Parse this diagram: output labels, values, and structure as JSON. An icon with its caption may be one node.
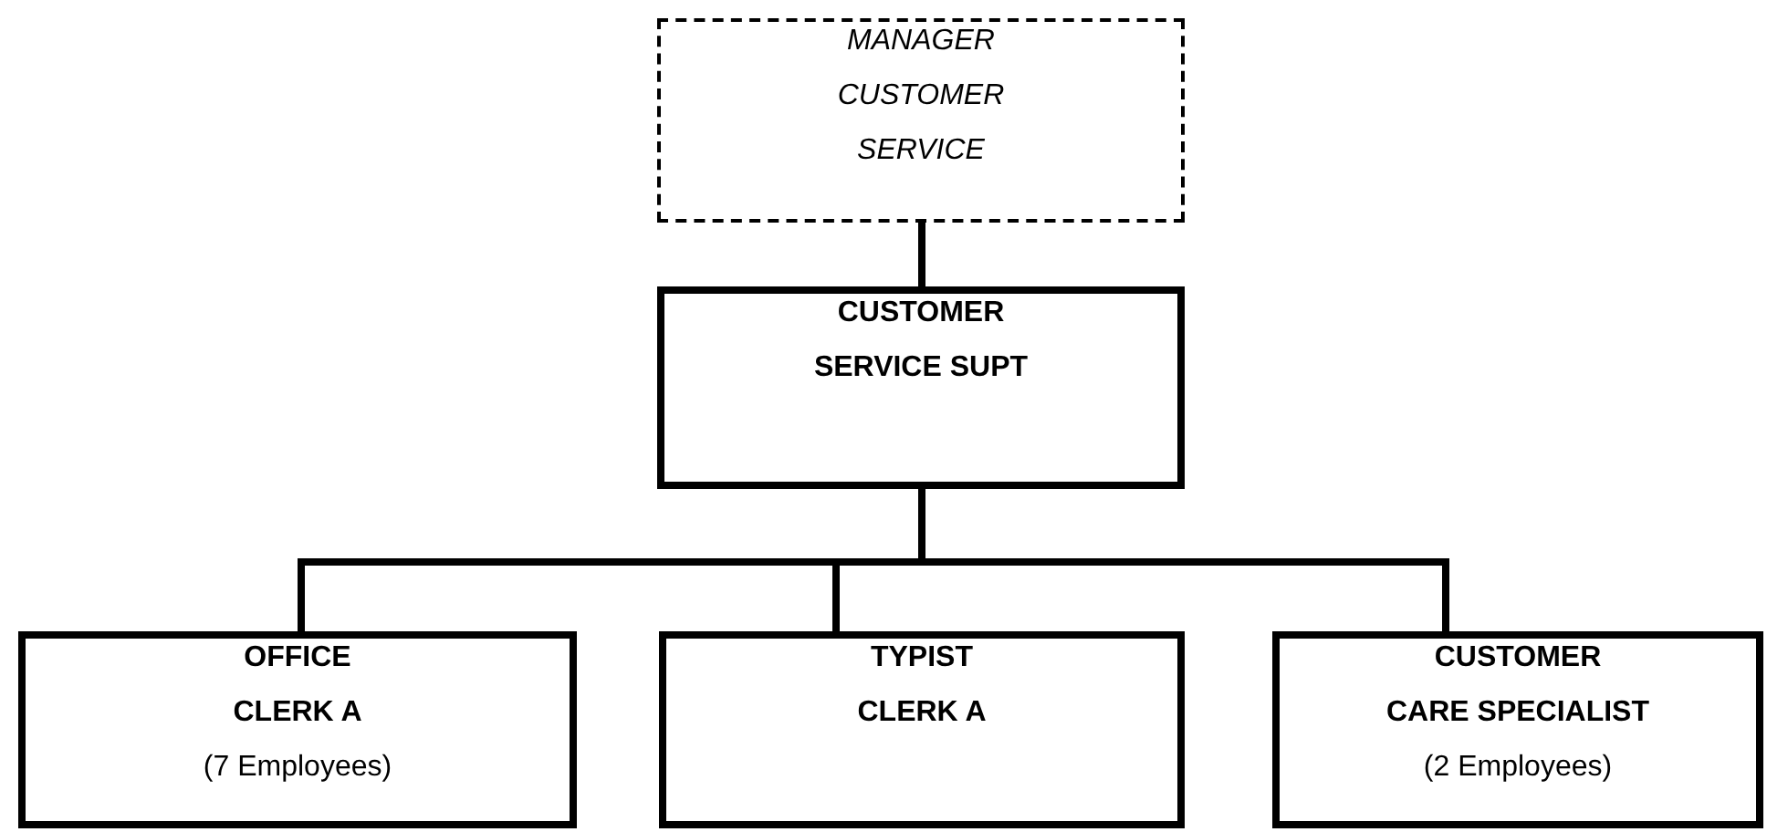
{
  "diagram": {
    "nodes": [
      {
        "text": [
          "MANAGER",
          "CUSTOMER",
          "SERVICE"
        ]
      },
      {
        "text": [
          "CUSTOMER",
          "SERVICE SUPT"
        ]
      },
      {
        "text": [
          "OFFICE",
          "CLERK A",
          "(7 Employees)"
        ]
      },
      {
        "text": [
          "TYPIST",
          "CLERK A"
        ]
      },
      {
        "text": [
          "CUSTOMER",
          "CARE SPECIALIST",
          "(2 Employees)"
        ]
      }
    ],
    "edges": [
      {
        "from": 0,
        "to": 1,
        "arrow": "none"
      },
      {
        "from": 1,
        "to": 2,
        "arrow": "none"
      },
      {
        "from": 1,
        "to": 3,
        "arrow": "none"
      },
      {
        "from": 1,
        "to": 4,
        "arrow": "none"
      }
    ]
  }
}
